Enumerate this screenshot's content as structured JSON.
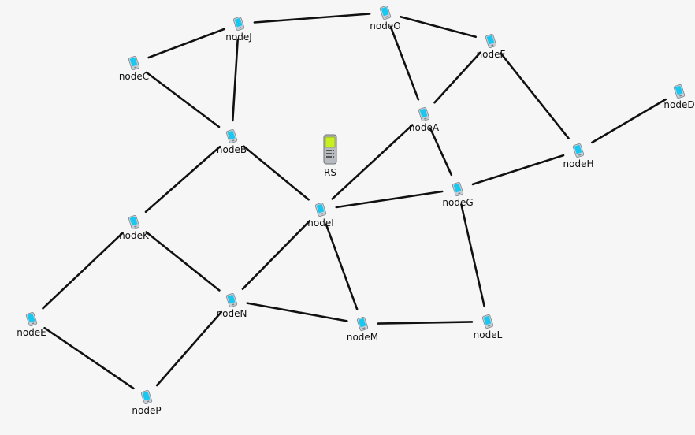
{
  "diagram": {
    "nodes": [
      {
        "id": "nodeJ",
        "label": "nodeJ"
      },
      {
        "id": "nodeO",
        "label": "nodeO"
      },
      {
        "id": "nodeF",
        "label": "nodeF"
      },
      {
        "id": "nodeC",
        "label": "nodeC"
      },
      {
        "id": "nodeD",
        "label": "nodeD"
      },
      {
        "id": "nodeA",
        "label": "nodeA"
      },
      {
        "id": "nodeB",
        "label": "nodeB"
      },
      {
        "id": "nodeH",
        "label": "nodeH"
      },
      {
        "id": "nodeG",
        "label": "nodeG"
      },
      {
        "id": "nodeK",
        "label": "nodeK"
      },
      {
        "id": "nodeI",
        "label": "nodeI"
      },
      {
        "id": "nodeN",
        "label": "nodeN"
      },
      {
        "id": "nodeE",
        "label": "nodeE"
      },
      {
        "id": "nodeM",
        "label": "nodeM"
      },
      {
        "id": "nodeL",
        "label": "nodeL"
      },
      {
        "id": "nodeP",
        "label": "nodeP"
      }
    ],
    "edges": [
      [
        "nodeJ",
        "nodeO"
      ],
      [
        "nodeJ",
        "nodeC"
      ],
      [
        "nodeJ",
        "nodeB"
      ],
      [
        "nodeO",
        "nodeF"
      ],
      [
        "nodeO",
        "nodeA"
      ],
      [
        "nodeF",
        "nodeA"
      ],
      [
        "nodeF",
        "nodeH"
      ],
      [
        "nodeC",
        "nodeB"
      ],
      [
        "nodeD",
        "nodeH"
      ],
      [
        "nodeA",
        "nodeI"
      ],
      [
        "nodeA",
        "nodeG"
      ],
      [
        "nodeB",
        "nodeI"
      ],
      [
        "nodeB",
        "nodeK"
      ],
      [
        "nodeH",
        "nodeG"
      ],
      [
        "nodeG",
        "nodeI"
      ],
      [
        "nodeG",
        "nodeL"
      ],
      [
        "nodeK",
        "nodeN"
      ],
      [
        "nodeK",
        "nodeE"
      ],
      [
        "nodeI",
        "nodeN"
      ],
      [
        "nodeI",
        "nodeM"
      ],
      [
        "nodeN",
        "nodeM"
      ],
      [
        "nodeN",
        "nodeP"
      ],
      [
        "nodeE",
        "nodeP"
      ],
      [
        "nodeM",
        "nodeL"
      ]
    ],
    "rs": {
      "label": "RS"
    },
    "colors": {
      "background": "#f6f6f6",
      "edge": "#111111",
      "device_body": "#c9ced4",
      "device_screen": "#18c8f0",
      "rs_screen": "#c8f020"
    }
  }
}
